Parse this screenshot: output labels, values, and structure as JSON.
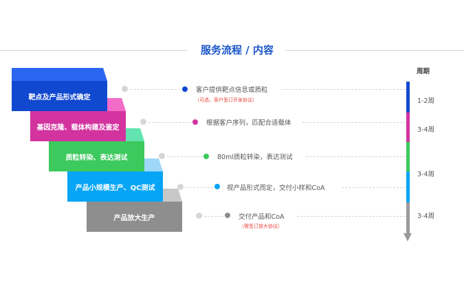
{
  "title": "服务流程 / 内容",
  "period_header": "周期",
  "steps": [
    {
      "label": "靶点及产品形式确定",
      "top_color": "#2a66f0",
      "front_color": "#1048d0",
      "content": "客户提供靶点信息或质粒",
      "note": "（可选，客户签订开发协议）"
    },
    {
      "label": "基因克隆、载体构建及鉴定",
      "top_color": "#f26cc8",
      "front_color": "#d3339f",
      "content": "根据客户序列，匹配合适载体"
    },
    {
      "label": "质粒转染、表达测试",
      "top_color": "#62e3b0",
      "front_color": "#3cc95d",
      "content": "80ml质粒转染，表达测试"
    },
    {
      "label": "产品小规模生产、QC测试",
      "top_color": "#9ed8f8",
      "front_color": "#06a5f5",
      "content": "视产品形式而定，交付小样和CoA"
    },
    {
      "label": "产品放大生产",
      "top_color": "#c8c8c8",
      "front_color": "#8e8e8e",
      "content": "交付产品和CoA",
      "note": "（需签订放大协议）"
    }
  ],
  "durations": [
    "1-2周",
    "3-4周",
    "3-4周",
    "3-4周"
  ]
}
